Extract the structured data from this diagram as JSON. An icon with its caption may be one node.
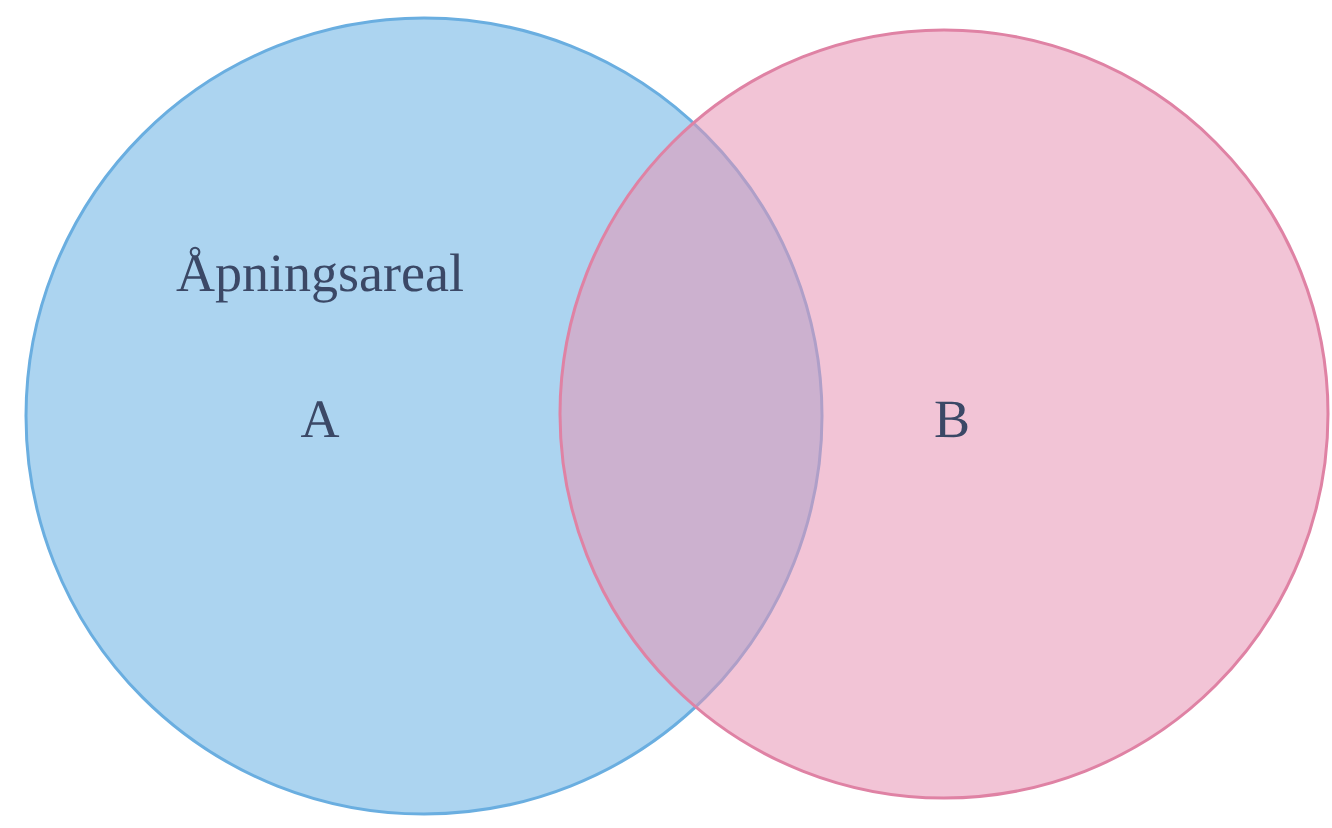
{
  "diagram": {
    "nodes": [
      {
        "text": [
          "Åpningsareal",
          "A"
        ]
      },
      {
        "text": [
          "B"
        ]
      }
    ]
  }
}
